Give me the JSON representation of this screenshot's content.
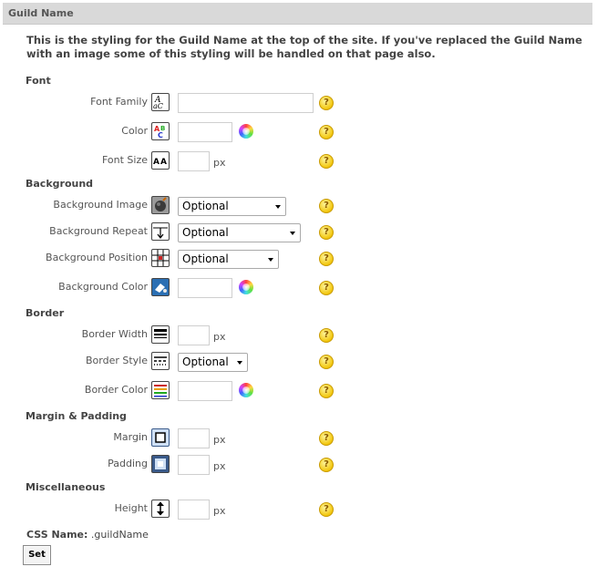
{
  "header": {
    "title": "Guild Name"
  },
  "description": "This is the styling for the Guild Name at the top of the site. If you've replaced the Guild Name with an image some of this styling will be handled on that page also.",
  "sections": {
    "font": "Font",
    "background": "Background",
    "border": "Border",
    "margin_padding": "Margin & Padding",
    "misc": "Miscellaneous"
  },
  "fields": {
    "font_family": {
      "label": "Font Family",
      "value": ""
    },
    "color": {
      "label": "Color",
      "value": ""
    },
    "font_size": {
      "label": "Font Size",
      "value": "",
      "unit": "px"
    },
    "bg_image": {
      "label": "Background Image",
      "selected": "Optional"
    },
    "bg_repeat": {
      "label": "Background Repeat",
      "selected": "Optional"
    },
    "bg_position": {
      "label": "Background Position",
      "selected": "Optional"
    },
    "bg_color": {
      "label": "Background Color",
      "value": ""
    },
    "border_width": {
      "label": "Border Width",
      "value": "",
      "unit": "px"
    },
    "border_style": {
      "label": "Border Style",
      "selected": "Optional"
    },
    "border_color": {
      "label": "Border Color",
      "value": ""
    },
    "margin": {
      "label": "Margin",
      "value": "",
      "unit": "px"
    },
    "padding": {
      "label": "Padding",
      "value": "",
      "unit": "px"
    },
    "height": {
      "label": "Height",
      "value": "",
      "unit": "px"
    }
  },
  "icons": {
    "font_family": "font-family-icon",
    "color": "text-color-icon",
    "font_size": "font-size-icon",
    "bg_image": "background-image-icon",
    "bg_repeat": "background-repeat-icon",
    "bg_position": "background-position-icon",
    "bg_color": "background-color-icon",
    "border_width": "border-width-icon",
    "border_style": "border-style-icon",
    "border_color": "border-color-icon",
    "margin": "margin-icon",
    "padding": "padding-icon",
    "height": "height-icon",
    "color_picker": "color-wheel-icon",
    "help": "help-icon"
  },
  "help_glyph": "?",
  "css_name": {
    "label": "CSS Name:",
    "value": ".guildName"
  },
  "set_button": "Set"
}
